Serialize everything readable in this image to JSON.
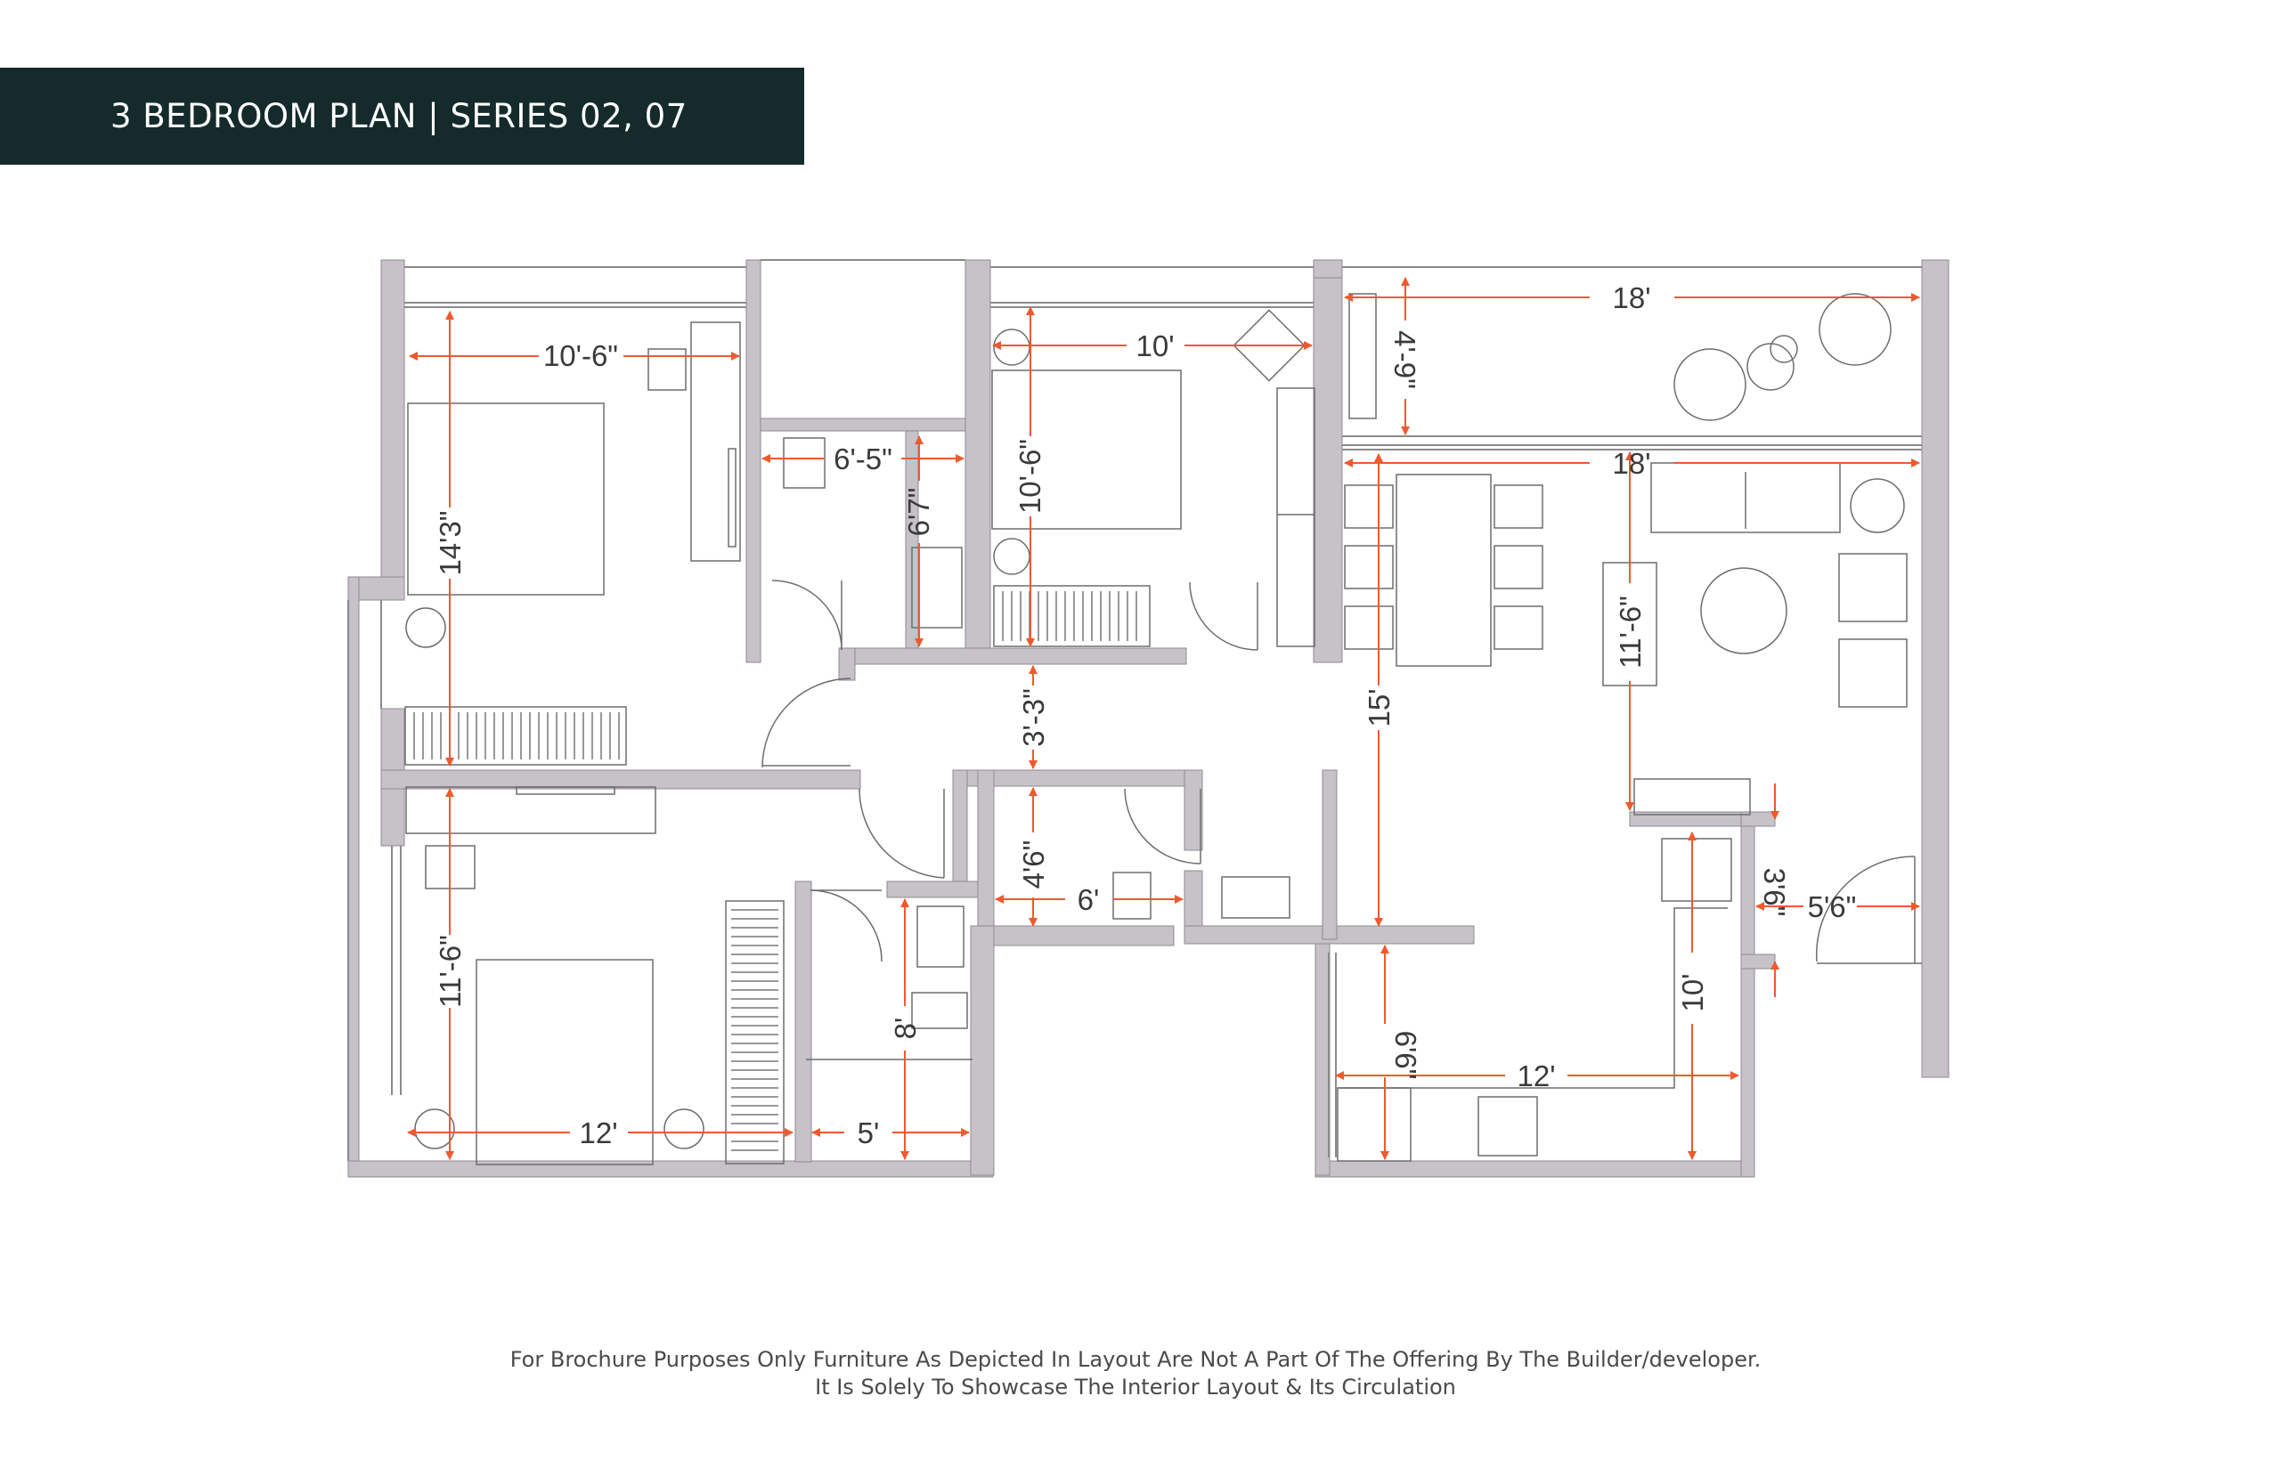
{
  "header": {
    "title": "3 BEDROOM PLAN  |  SERIES 02, 07"
  },
  "dimensions": {
    "bed1_width": "10'-6\"",
    "bed1_length": "14'3\"",
    "bath1_width": "6'-5\"",
    "bath1_length": "6'7\"",
    "bed2_width": "10'",
    "bed2_length": "10'-6\"",
    "balcony_width": "18'",
    "balcony_depth": "4'-9\"",
    "living_width": "18'",
    "living_length": "11'-6\"",
    "passage_width": "3'-3\"",
    "dining_length": "15'",
    "bed3_length": "11'-6\"",
    "bed3_width": "12'",
    "bath2_length": "8'",
    "bath2_width": "5'",
    "powder_length": "4'6\"",
    "powder_width": "6'",
    "utility_length": "6'6\"",
    "kitchen_width": "12'",
    "kitchen_length": "10'",
    "entry_length": "3'6\"",
    "entry_width": "5'6\""
  },
  "disclaimer": {
    "line1": "For Brochure Purposes Only Furniture As Depicted In Layout Are Not A Part Of The Offering By The Builder/developer.",
    "line2": "It Is Solely To Showcase The Interior Layout & Its Circulation"
  },
  "colors": {
    "header_bg": "#142a2b",
    "wall": "#c6c2c8",
    "dimension_arrow": "#ee5a2e",
    "furniture_line": "#6d6d6d"
  }
}
